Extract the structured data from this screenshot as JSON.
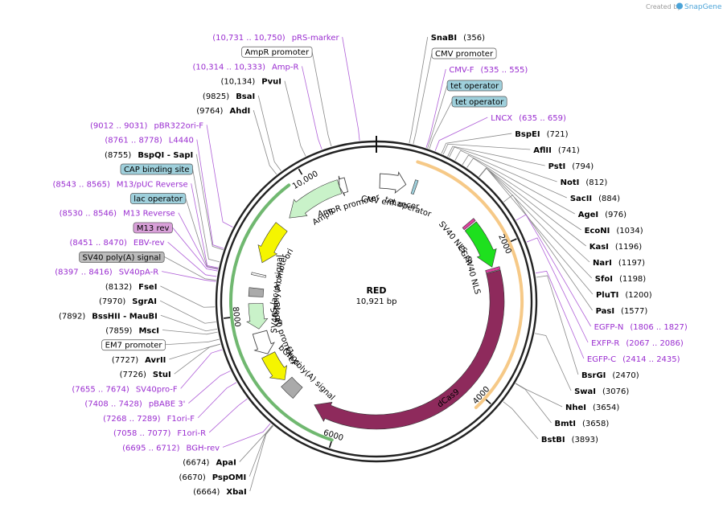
{
  "header": {
    "created_by": "Created by",
    "brand": "SnapGene"
  },
  "plasmid": {
    "name": "RED",
    "length": "10,921 bp"
  },
  "ruler": [
    {
      "label": "2000",
      "pos": 2000
    },
    {
      "label": "4000",
      "pos": 4000
    },
    {
      "label": "6000",
      "pos": 6000
    },
    {
      "label": "8000",
      "pos": 8000
    },
    {
      "label": "10,000",
      "pos": 10000
    }
  ],
  "features": [
    {
      "name": "CMV enhancer",
      "start": 50,
      "end": 430,
      "kind": "outline-right",
      "color": "#ffffff"
    },
    {
      "name": "tet operator",
      "start": 540,
      "end": 580,
      "kind": "box",
      "color": "#9fd0dc"
    },
    {
      "name": "SV40 NLS",
      "start": 1500,
      "end": 1540,
      "kind": "box",
      "color": "#e040a0"
    },
    {
      "name": "EGFP",
      "start": 1560,
      "end": 2230,
      "kind": "arrow-right",
      "color": "#1ee01e"
    },
    {
      "name": "SV40 NLS",
      "start": 2250,
      "end": 2290,
      "kind": "box",
      "color": "#e040a0"
    },
    {
      "name": "dCas9",
      "start": 2300,
      "end": 6400,
      "kind": "arrow-right",
      "color": "#8e2a5c"
    },
    {
      "name": "bGH poly(A) signal",
      "start": 6695,
      "end": 6920,
      "kind": "box",
      "color": "#aaaaaa"
    },
    {
      "name": "f1 ori",
      "start": 6960,
      "end": 7390,
      "kind": "arrow-left",
      "color": "#f5f500"
    },
    {
      "name": "SV40 promoter",
      "start": 7410,
      "end": 7740,
      "kind": "outline-left",
      "color": "#ffffff"
    },
    {
      "name": "BleoR",
      "start": 7790,
      "end": 8160,
      "kind": "arrow-left",
      "color": "#c9f2c9"
    },
    {
      "name": "SV40 poly(A) signal",
      "start": 8260,
      "end": 8380,
      "kind": "box",
      "color": "#aaaaaa"
    },
    {
      "name": "lac promoter",
      "start": 8560,
      "end": 8590,
      "kind": "box",
      "color": "#ffffff"
    },
    {
      "name": "ori",
      "start": 8760,
      "end": 9350,
      "kind": "arrow-left",
      "color": "#f5f500"
    },
    {
      "name": "AmpR",
      "start": 9520,
      "end": 10380,
      "kind": "arrow-left",
      "color": "#c9f2c9"
    },
    {
      "name": "AmpR promoter",
      "start": 10380,
      "end": 10480,
      "kind": "outline-left",
      "color": "#ffffff"
    }
  ],
  "orf_arcs": [
    {
      "start": 500,
      "end": 4150,
      "color": "#f6c987"
    },
    {
      "start": 6000,
      "end": 9800,
      "color": "#70b870"
    }
  ],
  "labels": [
    {
      "text": "SnaBI",
      "coord": "(356)",
      "side": "R",
      "pos": 356,
      "style": "enzyme"
    },
    {
      "text": "CMV promoter",
      "coord": "",
      "side": "R",
      "pos": 400,
      "style": "boxed",
      "box": "#ffffff"
    },
    {
      "text": "CMV-F",
      "coord": "(535 .. 555)",
      "side": "R",
      "pos": 545,
      "style": "primer"
    },
    {
      "text": "tet operator",
      "coord": "",
      "side": "R",
      "pos": 560,
      "style": "boxed",
      "box": "#9fd0dc"
    },
    {
      "text": "tet operator",
      "coord": "",
      "side": "R",
      "pos": 580,
      "style": "boxed",
      "box": "#9fd0dc"
    },
    {
      "text": "LNCX",
      "coord": "(635 .. 659)",
      "side": "R",
      "pos": 647,
      "style": "primer"
    },
    {
      "text": "BspEI",
      "coord": "(721)",
      "side": "R",
      "pos": 721,
      "style": "enzyme"
    },
    {
      "text": "AflII",
      "coord": "(741)",
      "side": "R",
      "pos": 741,
      "style": "enzyme"
    },
    {
      "text": "PstI",
      "coord": "(794)",
      "side": "R",
      "pos": 794,
      "style": "enzyme"
    },
    {
      "text": "NotI",
      "coord": "(812)",
      "side": "R",
      "pos": 812,
      "style": "enzyme"
    },
    {
      "text": "SacII",
      "coord": "(884)",
      "side": "R",
      "pos": 884,
      "style": "enzyme"
    },
    {
      "text": "AgeI",
      "coord": "(976)",
      "side": "R",
      "pos": 976,
      "style": "enzyme"
    },
    {
      "text": "EcoNI",
      "coord": "(1034)",
      "side": "R",
      "pos": 1034,
      "style": "enzyme"
    },
    {
      "text": "KasI",
      "coord": "(1196)",
      "side": "R",
      "pos": 1196,
      "style": "enzyme"
    },
    {
      "text": "NarI",
      "coord": "(1197)",
      "side": "R",
      "pos": 1197,
      "style": "enzyme"
    },
    {
      "text": "SfoI",
      "coord": "(1198)",
      "side": "R",
      "pos": 1198,
      "style": "enzyme"
    },
    {
      "text": "PluTI",
      "coord": "(1200)",
      "side": "R",
      "pos": 1200,
      "style": "enzyme"
    },
    {
      "text": "PasI",
      "coord": "(1577)",
      "side": "R",
      "pos": 1577,
      "style": "enzyme"
    },
    {
      "text": "EGFP-N",
      "coord": "(1806 .. 1827)",
      "side": "R",
      "pos": 1816,
      "style": "primer"
    },
    {
      "text": "EXFP-R",
      "coord": "(2067 .. 2086)",
      "side": "R",
      "pos": 2076,
      "style": "primer"
    },
    {
      "text": "EGFP-C",
      "coord": "(2414 .. 2435)",
      "side": "R",
      "pos": 2424,
      "style": "primer"
    },
    {
      "text": "BsrGI",
      "coord": "(2470)",
      "side": "R",
      "pos": 2470,
      "style": "enzyme"
    },
    {
      "text": "SwaI",
      "coord": "(3076)",
      "side": "R",
      "pos": 3076,
      "style": "enzyme"
    },
    {
      "text": "NheI",
      "coord": "(3654)",
      "side": "R",
      "pos": 3654,
      "style": "enzyme"
    },
    {
      "text": "BmtI",
      "coord": "(3658)",
      "side": "R",
      "pos": 3658,
      "style": "enzyme"
    },
    {
      "text": "BstBI",
      "coord": "(3893)",
      "side": "R",
      "pos": 3893,
      "style": "enzyme"
    },
    {
      "text": "pRS-marker",
      "coord": "(10,731 .. 10,750)",
      "side": "L",
      "pos": 10740,
      "style": "primer"
    },
    {
      "text": "AmpR promoter",
      "coord": "",
      "side": "L",
      "pos": 10430,
      "style": "boxed",
      "box": "#ffffff"
    },
    {
      "text": "Amp-R",
      "coord": "(10,314 .. 10,333)",
      "side": "L",
      "pos": 10323,
      "style": "primer"
    },
    {
      "text": "PvuI",
      "coord": "(10,134)",
      "side": "L",
      "pos": 10134,
      "style": "enzyme"
    },
    {
      "text": "BsaI",
      "coord": "(9825)",
      "side": "L",
      "pos": 9825,
      "style": "enzyme"
    },
    {
      "text": "AhdI",
      "coord": "(9764)",
      "side": "L",
      "pos": 9764,
      "style": "enzyme"
    },
    {
      "text": "pBR322ori-F",
      "coord": "(9012 .. 9031)",
      "side": "L",
      "pos": 9021,
      "style": "primer"
    },
    {
      "text": "L4440",
      "coord": "(8761 .. 8778)",
      "side": "L",
      "pos": 8770,
      "style": "primer"
    },
    {
      "text": "BspQI - SapI",
      "coord": "(8755)",
      "side": "L",
      "pos": 8755,
      "style": "enzyme"
    },
    {
      "text": "CAP binding site",
      "coord": "",
      "side": "L",
      "pos": 8620,
      "style": "boxed",
      "box": "#9fd0dc"
    },
    {
      "text": "M13/pUC Reverse",
      "coord": "(8543 .. 8565)",
      "side": "L",
      "pos": 8554,
      "style": "primer"
    },
    {
      "text": "lac operator",
      "coord": "",
      "side": "L",
      "pos": 8545,
      "style": "boxed",
      "box": "#9fd0dc"
    },
    {
      "text": "M13 Reverse",
      "coord": "(8530 .. 8546)",
      "side": "L",
      "pos": 8538,
      "style": "primer"
    },
    {
      "text": "M13 rev",
      "coord": "",
      "side": "L",
      "pos": 8520,
      "style": "boxed-primer",
      "box": "#d9a0d9"
    },
    {
      "text": "EBV-rev",
      "coord": "(8451 .. 8470)",
      "side": "L",
      "pos": 8460,
      "style": "primer"
    },
    {
      "text": "SV40 poly(A) signal",
      "coord": "",
      "side": "L",
      "pos": 8420,
      "style": "boxed",
      "box": "#bbbbbb"
    },
    {
      "text": "SV40pA-R",
      "coord": "(8397 .. 8416)",
      "side": "L",
      "pos": 8406,
      "style": "primer"
    },
    {
      "text": "FseI",
      "coord": "(8132)",
      "side": "L",
      "pos": 8132,
      "style": "enzyme"
    },
    {
      "text": "SgrAI",
      "coord": "(7970)",
      "side": "L",
      "pos": 7970,
      "style": "enzyme"
    },
    {
      "text": "BssHII - MauBI",
      "coord": "(7892)",
      "side": "L",
      "pos": 7892,
      "style": "enzyme"
    },
    {
      "text": "MscI",
      "coord": "(7859)",
      "side": "L",
      "pos": 7859,
      "style": "enzyme"
    },
    {
      "text": "EM7 promoter",
      "coord": "",
      "side": "L",
      "pos": 7780,
      "style": "boxed",
      "box": "#ffffff"
    },
    {
      "text": "AvrII",
      "coord": "(7727)",
      "side": "L",
      "pos": 7727,
      "style": "enzyme"
    },
    {
      "text": "StuI",
      "coord": "(7726)",
      "side": "L",
      "pos": 7726,
      "style": "enzyme"
    },
    {
      "text": "SV40pro-F",
      "coord": "(7655 .. 7674)",
      "side": "L",
      "pos": 7664,
      "style": "primer"
    },
    {
      "text": "pBABE 3'",
      "coord": "(7408 .. 7428)",
      "side": "L",
      "pos": 7418,
      "style": "primer"
    },
    {
      "text": "F1ori-F",
      "coord": "(7268 .. 7289)",
      "side": "L",
      "pos": 7278,
      "style": "primer"
    },
    {
      "text": "F1ori-R",
      "coord": "(7058 .. 7077)",
      "side": "L",
      "pos": 7067,
      "style": "primer"
    },
    {
      "text": "BGH-rev",
      "coord": "(6695 .. 6712)",
      "side": "L",
      "pos": 6703,
      "style": "primer"
    },
    {
      "text": "ApaI",
      "coord": "(6674)",
      "side": "L",
      "pos": 6674,
      "style": "enzyme"
    },
    {
      "text": "PspOMI",
      "coord": "(6670)",
      "side": "L",
      "pos": 6670,
      "style": "enzyme"
    },
    {
      "text": "XbaI",
      "coord": "(6664)",
      "side": "L",
      "pos": 6664,
      "style": "enzyme"
    }
  ]
}
